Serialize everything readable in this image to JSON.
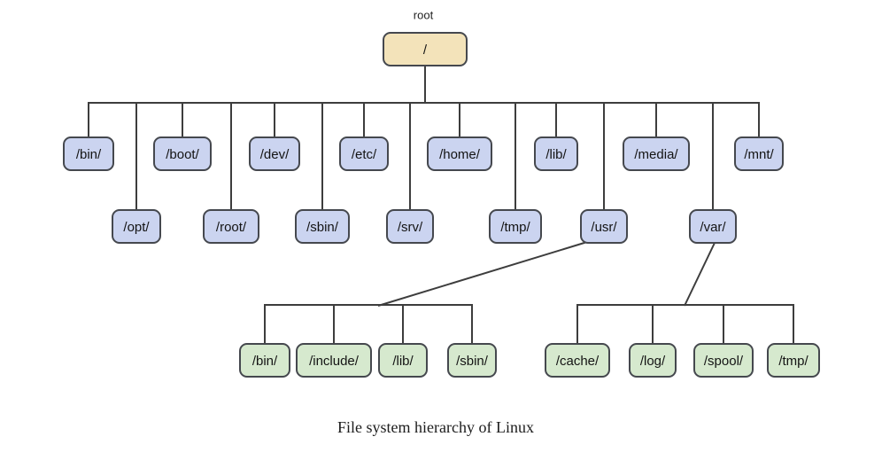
{
  "diagram": {
    "root": {
      "title": "root",
      "label": "/"
    },
    "level1_bus_order": [
      "/bin/",
      "/opt/",
      "/boot/",
      "/root/",
      "/dev/",
      "/sbin/",
      "/etc/",
      "/srv/",
      "/home/",
      "/tmp/",
      "/lib/",
      "/usr/",
      "/media/",
      "/var/",
      "/mnt/"
    ],
    "usr_children": [
      "/bin/",
      "/include/",
      "/lib/",
      "/sbin/"
    ],
    "var_children": [
      "/cache/",
      "/log/",
      "/spool/",
      "/tmp/"
    ],
    "caption": "File system hierarchy of Linux",
    "colors": {
      "root_fill": "#f3e3ba",
      "level1_fill": "#cbd4f0",
      "level2_fill": "#d6e9ce",
      "box_border": "#45484e",
      "connector": "#3d3d3d",
      "text": "#141414"
    }
  }
}
